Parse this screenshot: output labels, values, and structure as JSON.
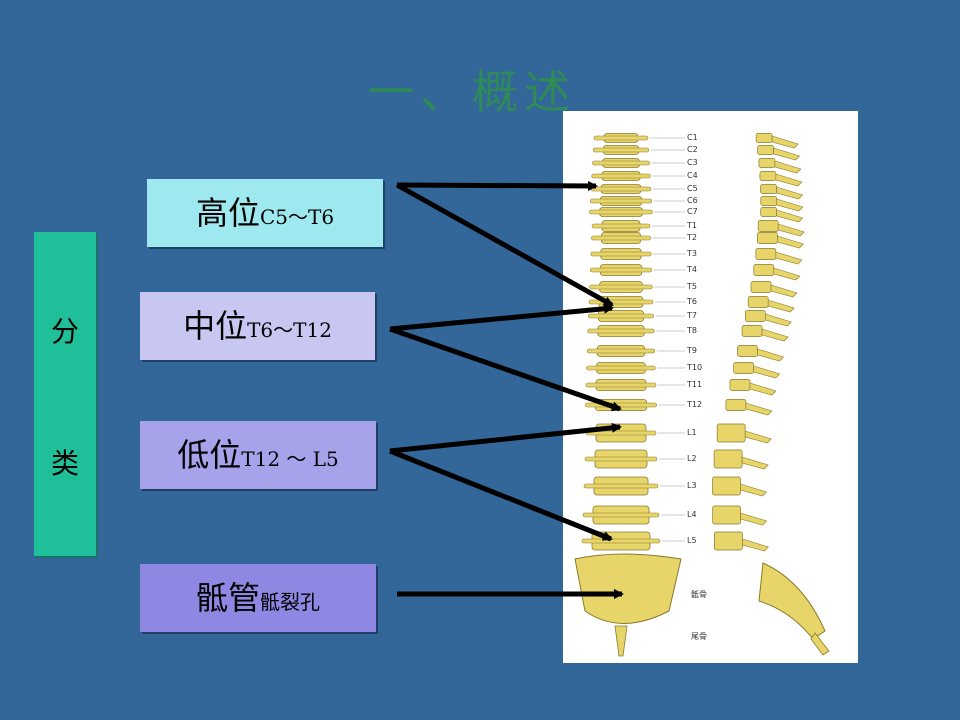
{
  "title": "一、概述",
  "side_label": {
    "char1": "分",
    "char2": "类"
  },
  "categories": [
    {
      "main": "高位",
      "range": "C5～T6"
    },
    {
      "main": "中位",
      "range": "T6～T12"
    },
    {
      "main": "低位",
      "range": "T12 ～ L5"
    },
    {
      "main": "骶管",
      "range": "骶裂孔"
    }
  ],
  "spine_levels": [
    "C1",
    "C2",
    "C3",
    "C4",
    "C5",
    "C6",
    "C7",
    "T1",
    "T2",
    "T3",
    "T4",
    "T5",
    "T6",
    "T7",
    "T8",
    "T9",
    "T10",
    "T11",
    "T12",
    "L1",
    "L2",
    "L3",
    "L4",
    "L5",
    "骶骨",
    "尾骨"
  ],
  "colors": {
    "background": "#336699",
    "title": "#2e8b57",
    "bone": "#e8d56a",
    "disc": "#ffffff"
  }
}
